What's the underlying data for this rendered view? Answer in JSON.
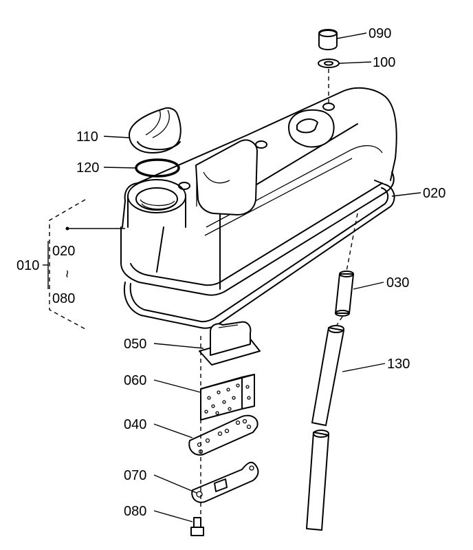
{
  "parts": [
    {
      "id": "p090",
      "number": "090"
    },
    {
      "id": "p100",
      "number": "100"
    },
    {
      "id": "p110",
      "number": "110"
    },
    {
      "id": "p120",
      "number": "120"
    },
    {
      "id": "p020",
      "number": "020"
    },
    {
      "id": "p030",
      "number": "030"
    },
    {
      "id": "p050",
      "number": "050"
    },
    {
      "id": "p060",
      "number": "060"
    },
    {
      "id": "p130",
      "number": "130"
    },
    {
      "id": "p040",
      "number": "040"
    },
    {
      "id": "p070",
      "number": "070"
    },
    {
      "id": "p080",
      "number": "080"
    }
  ],
  "assembly": {
    "number": "010",
    "range_start": "020",
    "range_sep": "~",
    "range_end": "080"
  }
}
